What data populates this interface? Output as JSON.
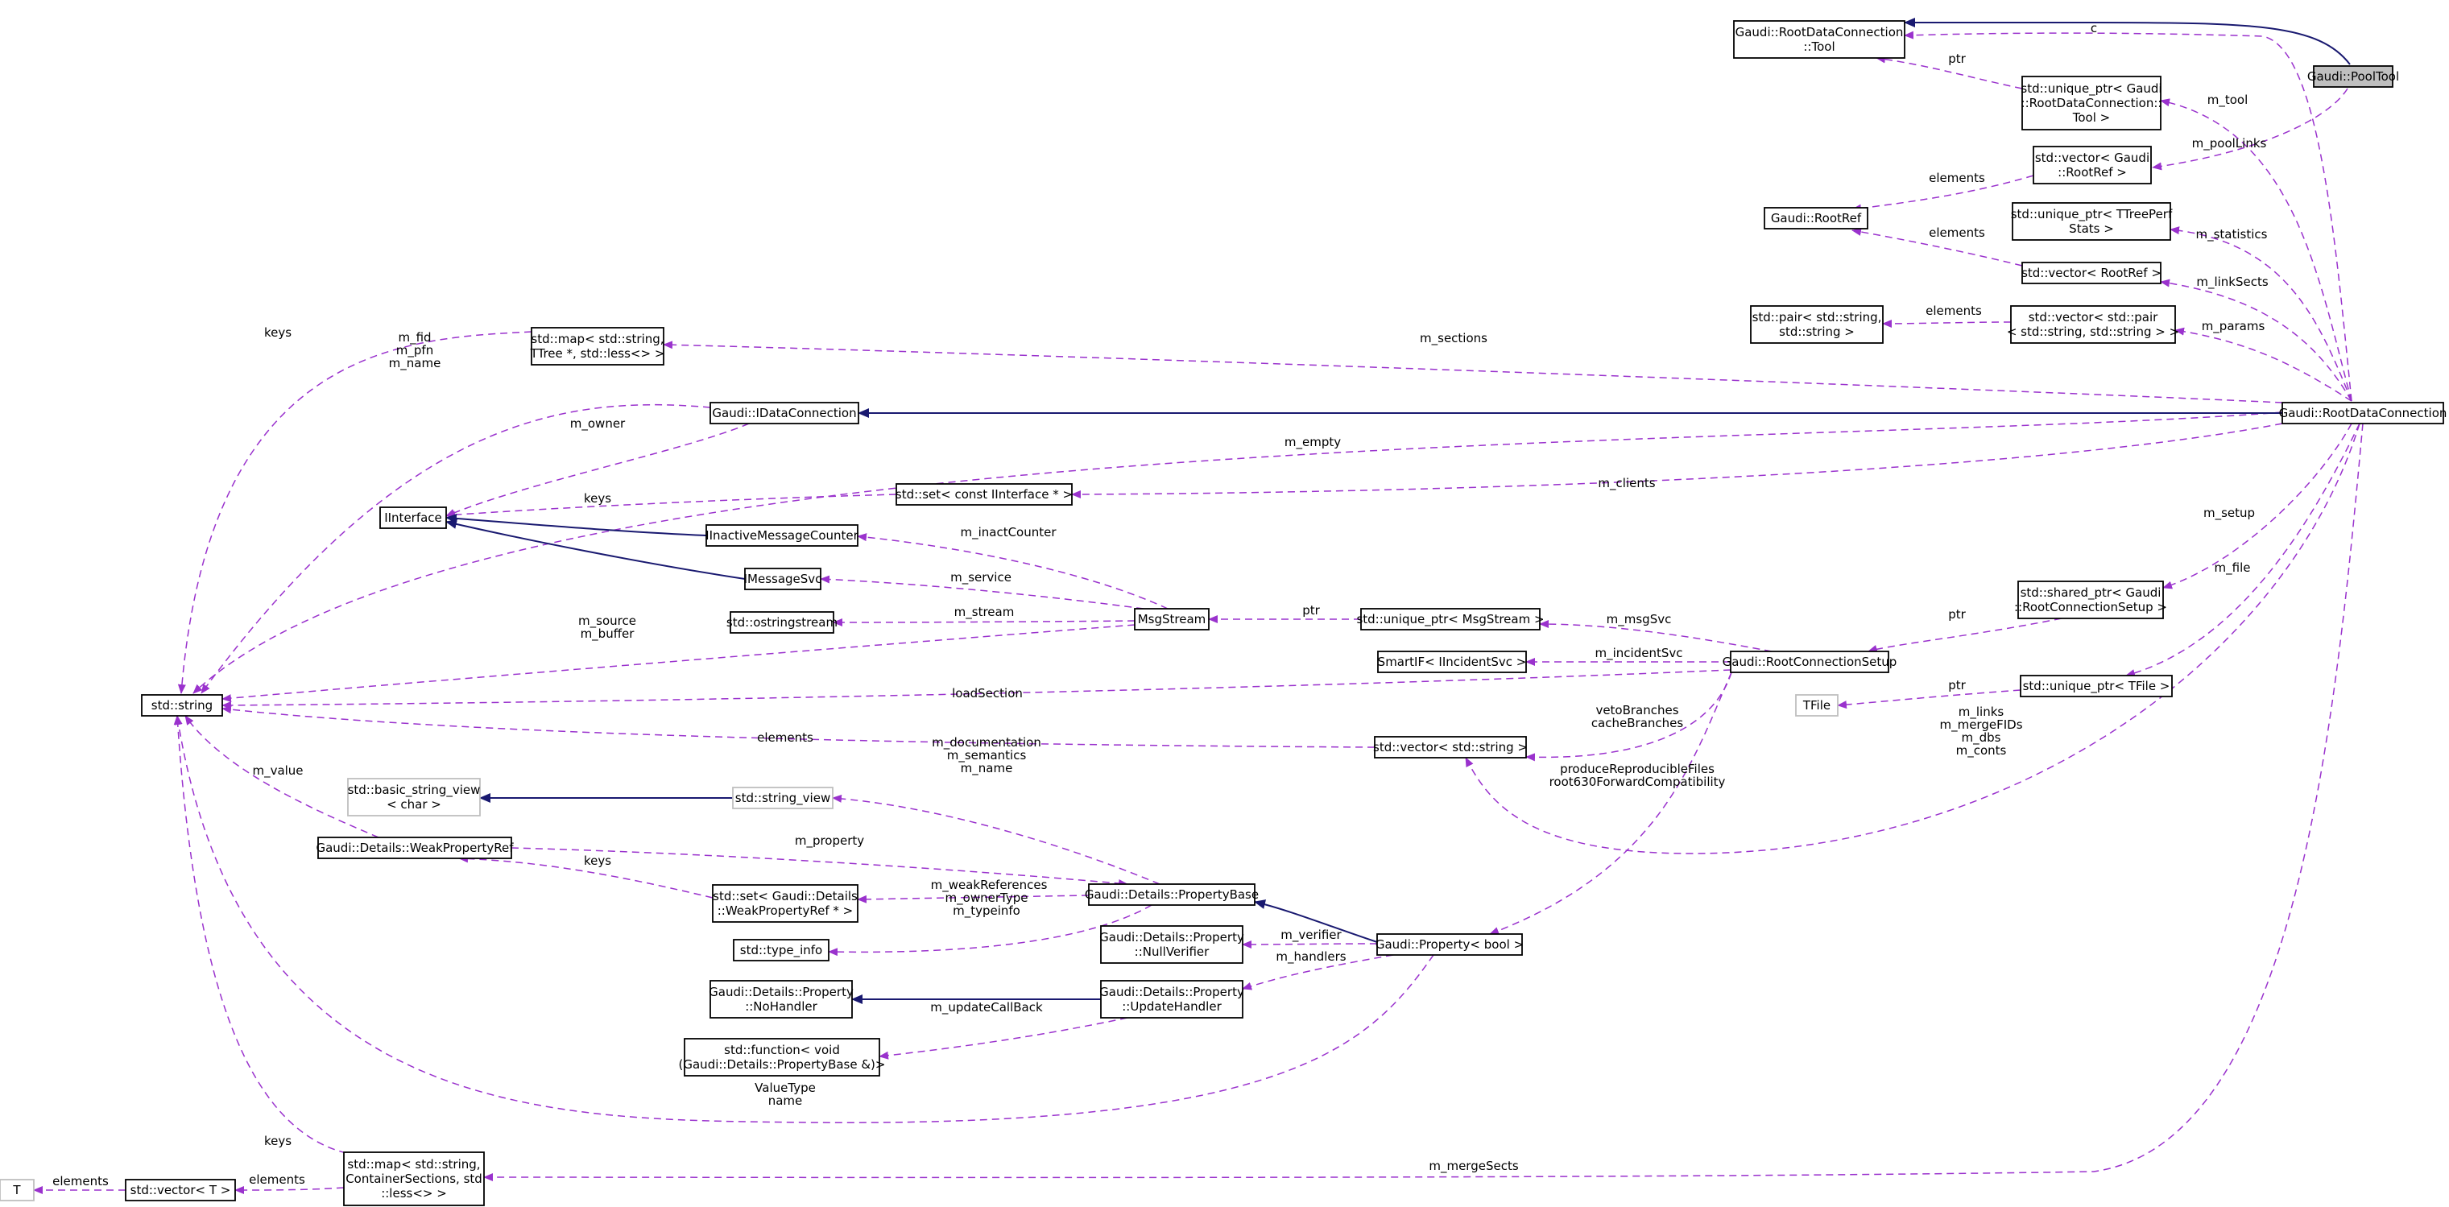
{
  "nodes": {
    "pooltool": [
      "Gaudi::PoolTool"
    ],
    "rdc_tool": [
      "Gaudi::RootDataConnection",
      "::Tool"
    ],
    "uptr_tool": [
      "std::unique_ptr< Gaudi",
      "::RootDataConnection::",
      "Tool >"
    ],
    "vec_gaudi_rootref": [
      "std::vector< Gaudi",
      "::RootRef >"
    ],
    "rootref": [
      "Gaudi::RootRef"
    ],
    "uptr_ttreeperf": [
      "std::unique_ptr< TTreePerf",
      "Stats >"
    ],
    "vec_rootref": [
      "std::vector< RootRef >"
    ],
    "pair_str": [
      "std::pair< std::string,",
      "std::string >"
    ],
    "vec_pair": [
      "std::vector< std::pair",
      "< std::string, std::string > >"
    ],
    "map_ttree": [
      "std::map< std::string,",
      "TTree *, std::less<> >"
    ],
    "idataconn": [
      "Gaudi::IDataConnection"
    ],
    "rdc": [
      "Gaudi::RootDataConnection"
    ],
    "iinterface": [
      "IInterface"
    ],
    "set_iinterface": [
      "std::set< const IInterface * >"
    ],
    "iinactive": [
      "IInactiveMessageCounter"
    ],
    "imsgsvc": [
      "IMessageSvc"
    ],
    "ostringstream": [
      "std::ostringstream"
    ],
    "msgstream": [
      "MsgStream"
    ],
    "uptr_msgstream": [
      "std::unique_ptr< MsgStream >"
    ],
    "sptr_setup": [
      "std::shared_ptr< Gaudi",
      "::RootConnectionSetup >"
    ],
    "stdstring": [
      "std::string"
    ],
    "smartif": [
      "SmartIF< IIncidentSvc >"
    ],
    "rcsetup": [
      "Gaudi::RootConnectionSetup"
    ],
    "tfile": [
      "TFile"
    ],
    "uptr_tfile": [
      "std::unique_ptr< TFile >"
    ],
    "vec_string": [
      "std::vector< std::string >"
    ],
    "basic_sv": [
      "std::basic_string_view",
      "< char >"
    ],
    "string_view": [
      "std::string_view"
    ],
    "weakref": [
      "Gaudi::Details::WeakPropertyRef"
    ],
    "propbase": [
      "Gaudi::Details::PropertyBase"
    ],
    "set_weakref": [
      "std::set< Gaudi::Details",
      "::WeakPropertyRef * >"
    ],
    "type_info": [
      "std::type_info"
    ],
    "nullverifier": [
      "Gaudi::Details::Property",
      "::NullVerifier"
    ],
    "prop_bool": [
      "Gaudi::Property< bool >"
    ],
    "nohandler": [
      "Gaudi::Details::Property",
      "::NoHandler"
    ],
    "updatehandler": [
      "Gaudi::Details::Property",
      "::UpdateHandler"
    ],
    "function_void": [
      "std::function< void",
      "(Gaudi::Details::PropertyBase &)>"
    ],
    "T": [
      "T"
    ],
    "vec_T": [
      "std::vector< T >"
    ],
    "map_containers": [
      "std::map< std::string,",
      "ContainerSections, std",
      "::less<> >"
    ]
  },
  "edges": {
    "pool_to_rdc": [],
    "pool_poollinks": [
      "m_poolLinks"
    ],
    "rdc_c": [
      "c"
    ],
    "uptr_tool_ptr": [
      "ptr"
    ],
    "rdc_tool": [
      "m_tool"
    ],
    "vec_gaudi_elements": [
      "elements"
    ],
    "vec_rootref_elements": [
      "elements"
    ],
    "rdc_statistics": [
      "m_statistics"
    ],
    "rdc_linksects": [
      "m_linkSects"
    ],
    "vecpair_elements": [
      "elements"
    ],
    "rdc_params": [
      "m_params"
    ],
    "rdc_sections": [
      "m_sections"
    ],
    "map_ttree_keys": [
      "keys"
    ],
    "idc_strings": [
      "m_fid",
      "m_pfn",
      "m_name"
    ],
    "idc_owner": [
      "m_owner"
    ],
    "rdc_empty": [
      "m_empty"
    ],
    "rdc_clients": [
      "m_clients"
    ],
    "set_keys": [
      "keys"
    ],
    "msg_inact": [
      "m_inactCounter"
    ],
    "msg_service": [
      "m_service"
    ],
    "msg_stream": [
      "m_stream"
    ],
    "msg_source": [
      "m_source",
      "m_buffer"
    ],
    "uptr_msg_ptr": [
      "ptr"
    ],
    "rdc_setup": [
      "m_setup"
    ],
    "sptr_ptr": [
      "ptr"
    ],
    "rcs_msgsvc": [
      "m_msgSvc"
    ],
    "rcs_incident": [
      "m_incidentSvc"
    ],
    "rcs_load": [
      "loadSection"
    ],
    "rdc_file": [
      "m_file"
    ],
    "uptr_tfile_ptr": [
      "ptr"
    ],
    "rcs_veto": [
      "vetoBranches",
      "cacheBranches"
    ],
    "vec_elements": [
      "elements"
    ],
    "rdc_links": [
      "m_links",
      "m_mergeFIDs",
      "m_dbs",
      "m_conts"
    ],
    "rcs_bools": [
      "produceReproducibleFiles",
      "root630ForwardCompatibility"
    ],
    "weak_value": [
      "m_value"
    ],
    "pb_doc": [
      "m_documentation",
      "m_semantics",
      "m_name"
    ],
    "weak_property": [
      "m_property"
    ],
    "weak_keys": [
      "keys"
    ],
    "pb_weakrefs": [
      "m_weakReferences"
    ],
    "pb_owner": [
      "m_ownerType",
      "m_typeinfo"
    ],
    "pbool_verifier": [
      "m_verifier"
    ],
    "pbool_handlers": [
      "m_handlers"
    ],
    "uh_callback": [
      "m_updateCallBack"
    ],
    "pbool_value": [
      "ValueType",
      "name"
    ],
    "rdc_mergesects": [
      "m_mergeSects"
    ],
    "mapc_keys": [
      "keys"
    ],
    "mapc_elements": [
      "elements"
    ],
    "vecT_elements": [
      "elements"
    ],
    "idc_to_rdc": [],
    "iinactive_to_iinterface": [],
    "imsgsvc_to_iinterface": [],
    "sv_to_basic": [],
    "pb_to_pbool": [],
    "noh_to_uh": []
  }
}
